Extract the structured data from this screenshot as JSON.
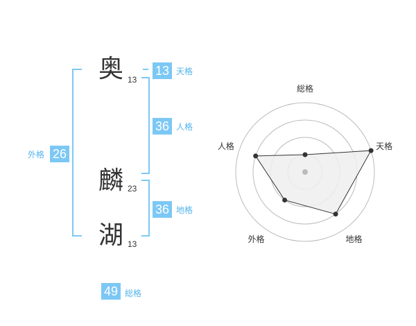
{
  "name": {
    "chars": [
      {
        "char": "奥",
        "strokes": "13"
      },
      {
        "char": "麟",
        "strokes": "23"
      },
      {
        "char": "湖",
        "strokes": "13"
      }
    ]
  },
  "kaku": {
    "tenkaku": {
      "value": "13",
      "label": "天格"
    },
    "jinkaku": {
      "value": "36",
      "label": "人格"
    },
    "chikaku": {
      "value": "36",
      "label": "地格"
    },
    "gaikaku": {
      "value": "26",
      "label": "外格"
    },
    "soukaku": {
      "value": "49",
      "label": "総格"
    }
  },
  "radar": {
    "axes": [
      "総格",
      "天格",
      "地格",
      "外格",
      "人格"
    ],
    "levels": 4,
    "values": [
      0.25,
      1.0,
      0.75,
      0.5,
      0.75
    ],
    "colors": {
      "grid": "#bbbbbb",
      "fill": "#eeeeee",
      "stroke": "#333333",
      "center": "#bbbbbb"
    }
  }
}
